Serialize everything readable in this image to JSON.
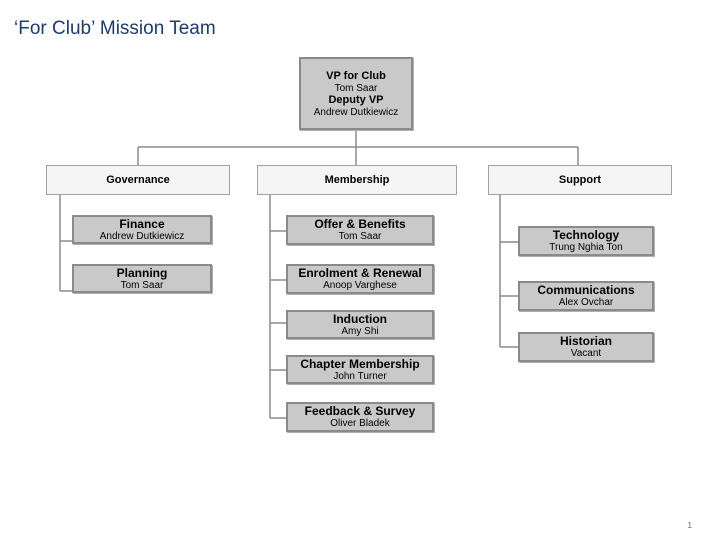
{
  "page": {
    "title": "‘For Club’ Mission Team",
    "page_number": "1"
  },
  "top": {
    "role": "VP for Club",
    "person": "Tom Saar",
    "deputy_role": "Deputy VP",
    "deputy_person": "Andrew Dutkiewicz"
  },
  "columns": [
    {
      "label": "Governance",
      "units": [
        {
          "role": "Finance",
          "person": "Andrew Dutkiewicz"
        },
        {
          "role": "Planning",
          "person": "Tom Saar"
        }
      ]
    },
    {
      "label": "Membership",
      "units": [
        {
          "role": "Offer & Benefits",
          "person": "Tom Saar"
        },
        {
          "role": "Enrolment & Renewal",
          "person": "Anoop Varghese"
        },
        {
          "role": "Induction",
          "person": "Amy Shi"
        },
        {
          "role": "Chapter Membership",
          "person": "John Turner"
        },
        {
          "role": "Feedback & Survey",
          "person": "Oliver Bladek"
        }
      ]
    },
    {
      "label": "Support",
      "units": [
        {
          "role": "Technology",
          "person": "Trung Nghia Ton"
        },
        {
          "role": "Communications",
          "person": "Alex Ovchar"
        },
        {
          "role": "Historian",
          "person": "Vacant"
        }
      ]
    }
  ]
}
